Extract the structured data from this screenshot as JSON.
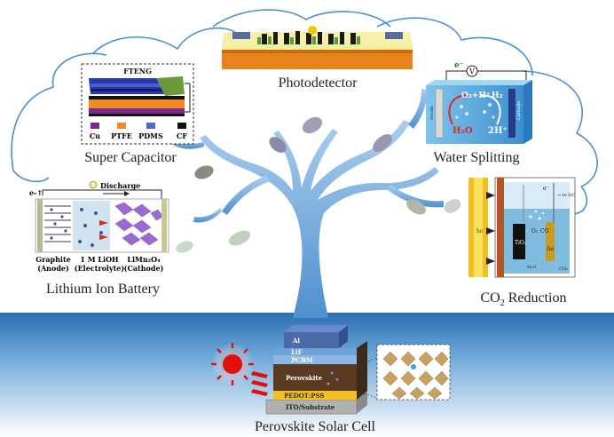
{
  "titles": {
    "photodetector": "Photodetector",
    "super_capacitor": "Super Capacitor",
    "water_splitting": "Water Splitting",
    "lithium_ion_battery": "Lithium Ion Battery",
    "co2_reduction_prefix": "CO",
    "co2_reduction_sub": "2",
    "co2_reduction_suffix": " Reduction",
    "perovskite_solar_cell": "Perovskite Solar Cell"
  },
  "supercapacitor": {
    "device_name": "FTENG",
    "legend": [
      "Cu",
      "PTFE",
      "PDMS",
      "CF"
    ],
    "legend_colors": [
      "#7a2a8a",
      "#f08a2a",
      "#5566cc",
      "#111111"
    ]
  },
  "water_splitting": {
    "electron": "e⁻",
    "meter": "V",
    "o2_h": "O₂+H⁺",
    "h2": "H₂",
    "h2o": "H₂O",
    "h_plus": "2H⁺",
    "anode": "Anode",
    "cathode": "Cathode"
  },
  "battery": {
    "electron": "e-↑",
    "discharge": "Discharge",
    "anode_name": "Graphite",
    "anode_role": "(Anode)",
    "electrolyte_name": "1 M LiOH",
    "electrolyte_role": "(Electrolyte)",
    "cathode_name": "LiMn₂O₄",
    "cathode_role": "(Cathode)"
  },
  "co2": {
    "electron": "e⁻",
    "to_gc": "→ to GC",
    "hv": "hν",
    "o2": "O₂",
    "co": "CO",
    "tio2": "TiO₂",
    "au": "Au",
    "h2o": "H₂O",
    "co2": "CO₂"
  },
  "solar": {
    "layers": [
      "Al",
      "LiF",
      "PCBM",
      "Perovskite",
      "PEDOT:PSS",
      "ITO/Substrate"
    ]
  },
  "colors": {
    "tree": "#5b9bd6",
    "ground": "#2f78b8",
    "cloud_line": "#4a8fd0"
  }
}
